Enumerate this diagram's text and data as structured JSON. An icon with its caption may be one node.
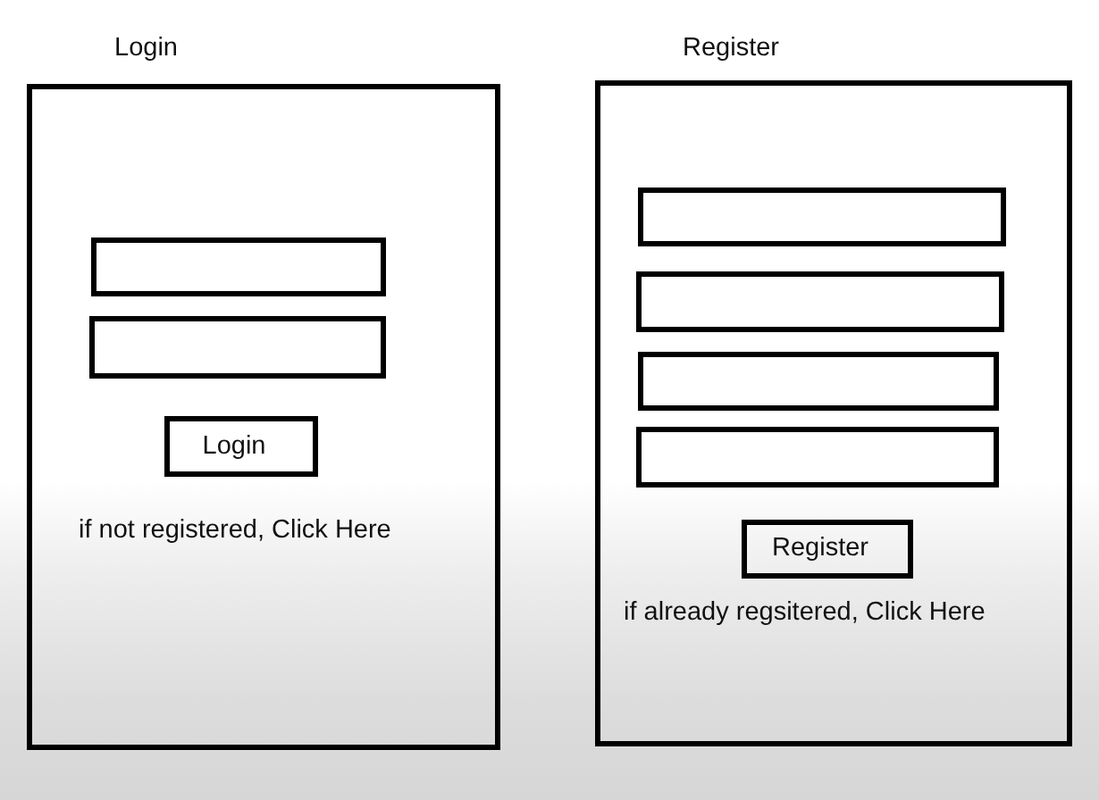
{
  "diagram": {
    "nodes": [
      {
        "text": [
          "Login",
          "if not registered, Click Here"
        ]
      },
      {
        "text": [],
        "shape": "box",
        "in": 0
      },
      {
        "text": [],
        "shape": "box",
        "in": 0
      },
      {
        "text": [
          "Login"
        ],
        "in": 0
      },
      {
        "text": [
          "Register",
          "if already regsitered, Click Here"
        ]
      },
      {
        "text": [],
        "shape": "box",
        "in": 4
      },
      {
        "text": [],
        "shape": "box",
        "in": 4
      },
      {
        "text": [],
        "shape": "box",
        "in": 4
      },
      {
        "text": [],
        "shape": "box",
        "in": 4
      },
      {
        "text": [
          "Register"
        ],
        "in": 4
      }
    ]
  }
}
